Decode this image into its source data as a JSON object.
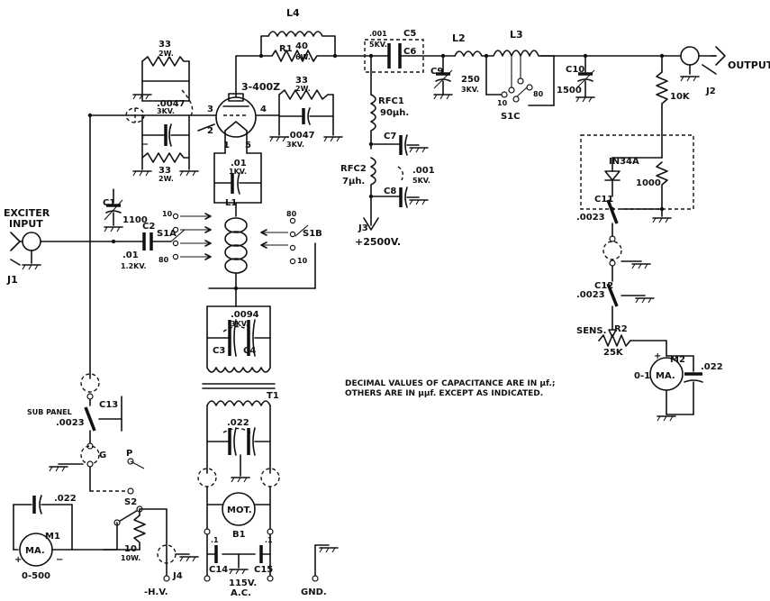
{
  "labels": {
    "L4": "L4",
    "R1": "R1",
    "R1_val": "40",
    "R1_rating": "6W.",
    "tube": "3-400Z",
    "pin3": "3",
    "pin4": "4",
    "pin2": "2",
    "pin1": "1",
    "pin5": "5",
    "r_top_left_val": "33",
    "r_top_left_rating": "2W.",
    "c_grid_val": ".0047",
    "c_grid_rating": "3KV.",
    "r_bot_left_val": "33",
    "r_bot_left_rating": "2W.",
    "r_right_val": "33",
    "r_right_rating": "2W.",
    "c_right_val": ".0047",
    "c_right_rating": "3KV.",
    "c_fil_val": ".01",
    "c_fil_rating": "1KV.",
    "C5_val": ".001",
    "C5_rating": "5KV.",
    "C5": "C5",
    "C6": "C6",
    "L2": "L2",
    "L3": "L3",
    "C9": "C9",
    "C9_val": "250",
    "C9_rating": "3KV.",
    "s1c_10": "10",
    "s1c_80": "80",
    "S1C": "S1C",
    "C10": "C10",
    "C10_val": "1500",
    "J2": "J2",
    "output": "OUTPUT",
    "r_10k": "10K",
    "RFC1": "RFC1",
    "RFC1_val": "90µh.",
    "C7": "C7",
    "RFC2": "RFC2",
    "RFC2_val": "7µh.",
    "bypass_val": ".001",
    "bypass_rating": "5KV.",
    "C8": "C8",
    "J3": "J3",
    "hv_supply": "+2500V.",
    "diode": "IN34A",
    "r_1000": "1000",
    "C11": "C11",
    "C11_val": ".0023",
    "C12": "C12",
    "C12_val": ".0023",
    "sens": "SENS.",
    "R2": "R2",
    "R2_val": "25K",
    "M2": "M2",
    "M2_range": "0-1",
    "M2_c": ".022",
    "meter": "MA.",
    "exciter": "EXCITER",
    "input": "INPUT",
    "J1": "J1",
    "C1": "C1",
    "C1_val": "1100",
    "C2": "C2",
    "C2_val": ".01",
    "C2_rating": "1.2KV.",
    "S1A": "S1A",
    "s1a_10": "10",
    "s1a_80": "80",
    "L1": "L1",
    "S1B": "S1B",
    "s1b_80": "80",
    "s1b_10": "10",
    "C3": "C3",
    "C4": "C4",
    "c34_val": ".0094",
    "c34_rating": "3KV.",
    "T1": "T1",
    "c_t_val": ".022",
    "motor": "MOT.",
    "B1": "B1",
    "C13": "C13",
    "sub_panel": "SUB PANEL",
    "C13_val": ".0023",
    "sw_g": "G",
    "sw_p": "P",
    "S2": "S2",
    "M1_c": ".022",
    "M1": "M1",
    "M1_range": "0-500",
    "plus": "+",
    "minus": "−",
    "shunt_val": "10",
    "shunt_rating": "10W.",
    "J4": "J4",
    "neg_hv": "-H.V.",
    "C14": "C14",
    "C15": "C15",
    "c14_val": ".1",
    "c15_val": ".1",
    "mains_v": "115V.",
    "mains_ac": "A.C.",
    "gnd": "GND."
  },
  "note": {
    "line1": "DECIMAL VALUES OF CAPACITANCE ARE IN µf.;",
    "line2": "OTHERS ARE IN µµf. EXCEPT AS INDICATED."
  }
}
